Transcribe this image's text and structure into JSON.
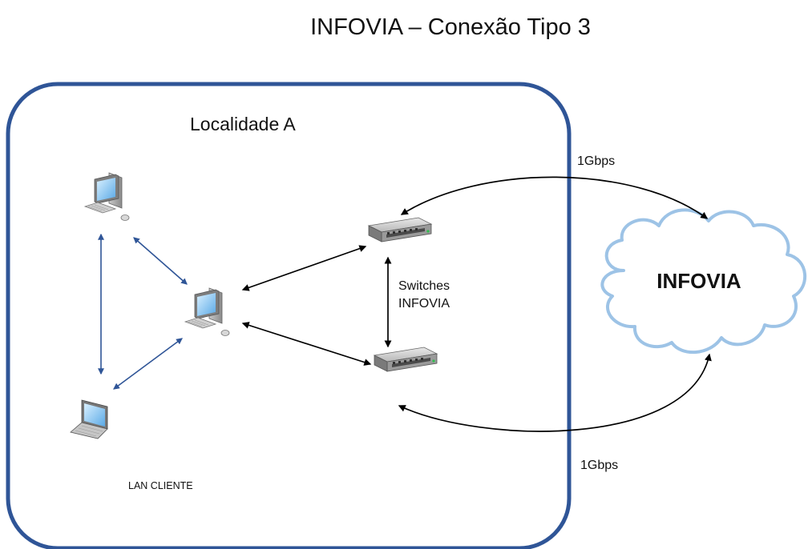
{
  "title": "INFOVIA – Conexão Tipo 3",
  "region": {
    "label": "Localidade A"
  },
  "lan": {
    "label": "LAN CLIENTE"
  },
  "switches": {
    "label_line1": "Switches",
    "label_line2": "INFOVIA"
  },
  "cloud": {
    "label": "INFOVIA"
  },
  "links": {
    "top_speed": "1Gbps",
    "bottom_speed": "1Gbps"
  },
  "colors": {
    "region_border": "#2f5597",
    "cloud_stroke": "#9dc3e6",
    "lan_arrow": "#2f5597",
    "black_arrow": "#000000"
  }
}
